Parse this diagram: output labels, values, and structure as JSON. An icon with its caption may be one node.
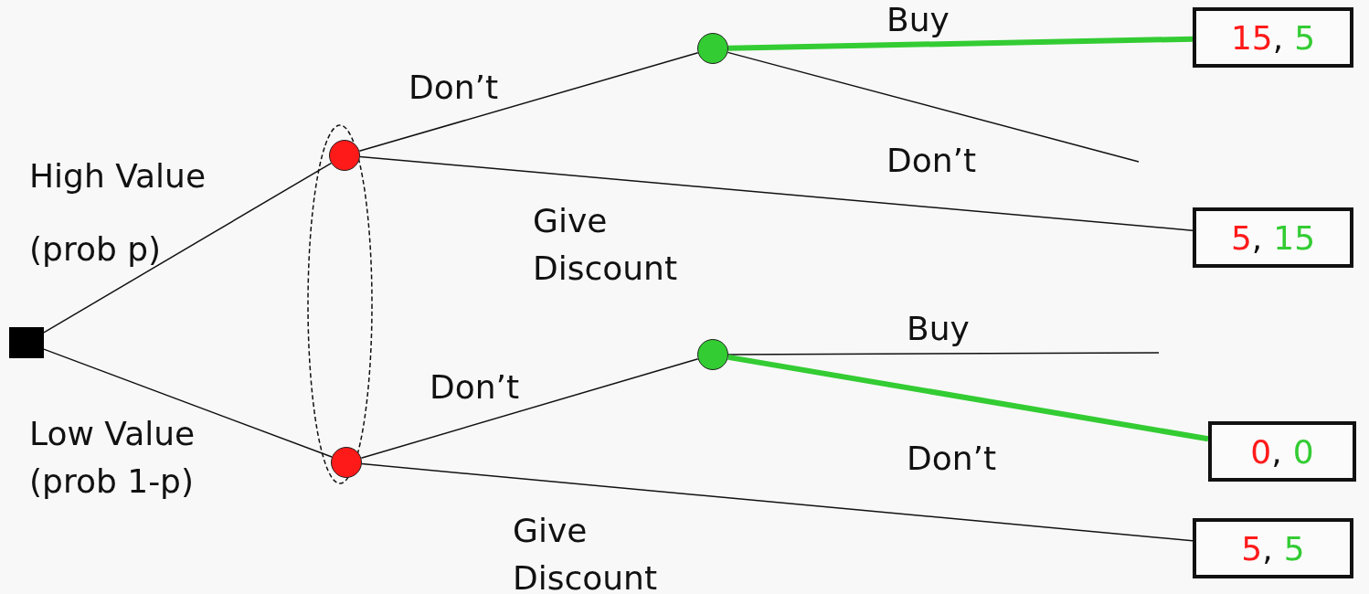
{
  "diagram": {
    "nodes": [
      {
        "text": [],
        "shape": "box"
      },
      {
        "text": [],
        "shape": "ellipse"
      },
      {
        "text": [],
        "shape": "circle",
        "in": 1
      },
      {
        "text": [],
        "shape": "circle",
        "in": 1
      },
      {
        "text": [],
        "shape": "circle"
      },
      {
        "text": [],
        "shape": "circle"
      },
      {
        "text": [
          "15",
          ",",
          "5"
        ]
      },
      {
        "text": [
          "5",
          ",",
          "15"
        ]
      },
      {
        "text": [
          "0",
          ",",
          "0"
        ]
      },
      {
        "text": [
          "5",
          ",",
          "5"
        ]
      }
    ],
    "edges": [
      {
        "from": 0,
        "to": 2,
        "arrow": "none",
        "label": "High Value (prob p)"
      },
      {
        "from": 0,
        "to": 3,
        "arrow": "none",
        "label": "Low Value (prob 1-p)"
      },
      {
        "from": 2,
        "to": 4,
        "arrow": "none",
        "label": "Don’t"
      },
      {
        "from": 2,
        "to": 7,
        "arrow": "none",
        "label": "Give Discount"
      },
      {
        "from": 3,
        "to": 5,
        "arrow": "none",
        "label": "Don’t"
      },
      {
        "from": 3,
        "to": 9,
        "arrow": "none",
        "label": "Give Discount"
      },
      {
        "from": 4,
        "to": 6,
        "arrow": "none",
        "label": "Buy",
        "style": "thick",
        "color": "#33cc33"
      },
      {
        "from": 4,
        "to": null,
        "arrow": "none",
        "label": "Don’t"
      },
      {
        "from": 5,
        "to": null,
        "arrow": "none",
        "label": "Buy"
      },
      {
        "from": 5,
        "to": 8,
        "arrow": "none",
        "label": "Don’t",
        "style": "thick",
        "color": "#33cc33"
      }
    ]
  }
}
